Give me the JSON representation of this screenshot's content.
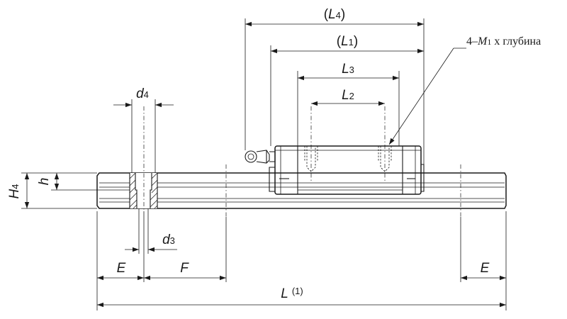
{
  "labels": {
    "L4": {
      "open": "(",
      "sym": "L",
      "sub": "4",
      "close": ")"
    },
    "L1": {
      "open": "(",
      "sym": "L",
      "sub": "1",
      "close": ")"
    },
    "L3": {
      "sym": "L",
      "sub": "3"
    },
    "L2": {
      "sym": "L",
      "sub": "2"
    },
    "d4": {
      "sym": "d",
      "sub": "4"
    },
    "d3": {
      "sym": "d",
      "sub": "3"
    },
    "H4": {
      "sym": "H",
      "sub": "4"
    },
    "h": {
      "sym": "h"
    },
    "E_left": {
      "sym": "E"
    },
    "F": {
      "sym": "F"
    },
    "E_right": {
      "sym": "E"
    },
    "L": {
      "sym": "L",
      "note": "(1)"
    },
    "thread_note": {
      "prefix": "4–",
      "sym": "M",
      "sub": "1",
      "suffix": " x глубина"
    }
  }
}
